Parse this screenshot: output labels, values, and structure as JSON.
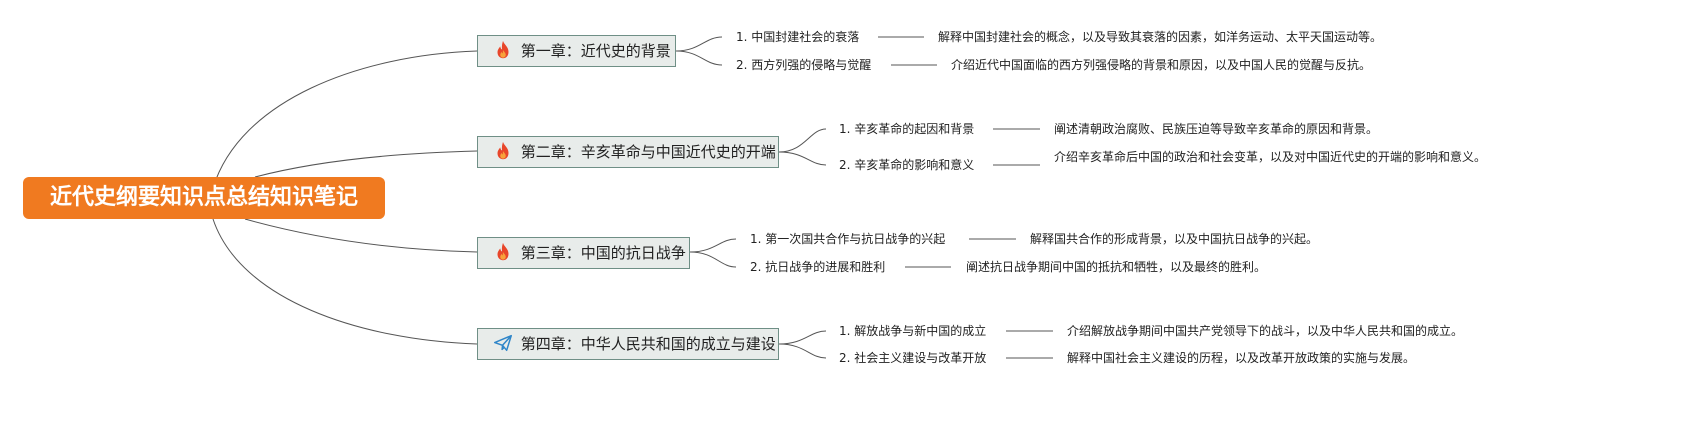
{
  "root": {
    "title": "近代史纲要知识点总结知识笔记"
  },
  "chapters": [
    {
      "title": "第一章：近代史的背景",
      "icon": "fire-icon",
      "items": [
        {
          "label": "1. 中国封建社会的衰落",
          "desc": "解释中国封建社会的概念，以及导致其衰落的因素，如洋务运动、太平天国运动等。"
        },
        {
          "label": "2. 西方列强的侵略与觉醒",
          "desc": "介绍近代中国面临的西方列强侵略的背景和原因，以及中国人民的觉醒与反抗。"
        }
      ]
    },
    {
      "title": "第二章：辛亥革命与中国近代史的开端",
      "icon": "fire-icon",
      "items": [
        {
          "label": "1. 辛亥革命的起因和背景",
          "desc": "阐述清朝政治腐败、民族压迫等导致辛亥革命的原因和背景。"
        },
        {
          "label": "2. 辛亥革命的影响和意义",
          "desc": "介绍辛亥革命后中国的政治和社会变革，以及对中国近代史的开端的影响和意义。"
        }
      ]
    },
    {
      "title": "第三章：中国的抗日战争",
      "icon": "fire-icon",
      "items": [
        {
          "label": "1. 第一次国共合作与抗日战争的兴起",
          "desc": "解释国共合作的形成背景，以及中国抗日战争的兴起。"
        },
        {
          "label": "2. 抗日战争的进展和胜利",
          "desc": "阐述抗日战争期间中国的抵抗和牺牲，以及最终的胜利。"
        }
      ]
    },
    {
      "title": "第四章：中华人民共和国的成立与建设",
      "icon": "paper-plane-icon",
      "items": [
        {
          "label": "1. 解放战争与新中国的成立",
          "desc": "介绍解放战争期间中国共产党领导下的战斗，以及中华人民共和国的成立。"
        },
        {
          "label": "2. 社会主义建设与改革开放",
          "desc": "解释中国社会主义建设的历程，以及改革开放政策的实施与发展。"
        }
      ]
    }
  ],
  "colors": {
    "root": "#f07a20",
    "chapter_bg": "#e8ecea",
    "chapter_border": "#6f8f86",
    "line": "#555555",
    "plane": "#2f86c9"
  }
}
